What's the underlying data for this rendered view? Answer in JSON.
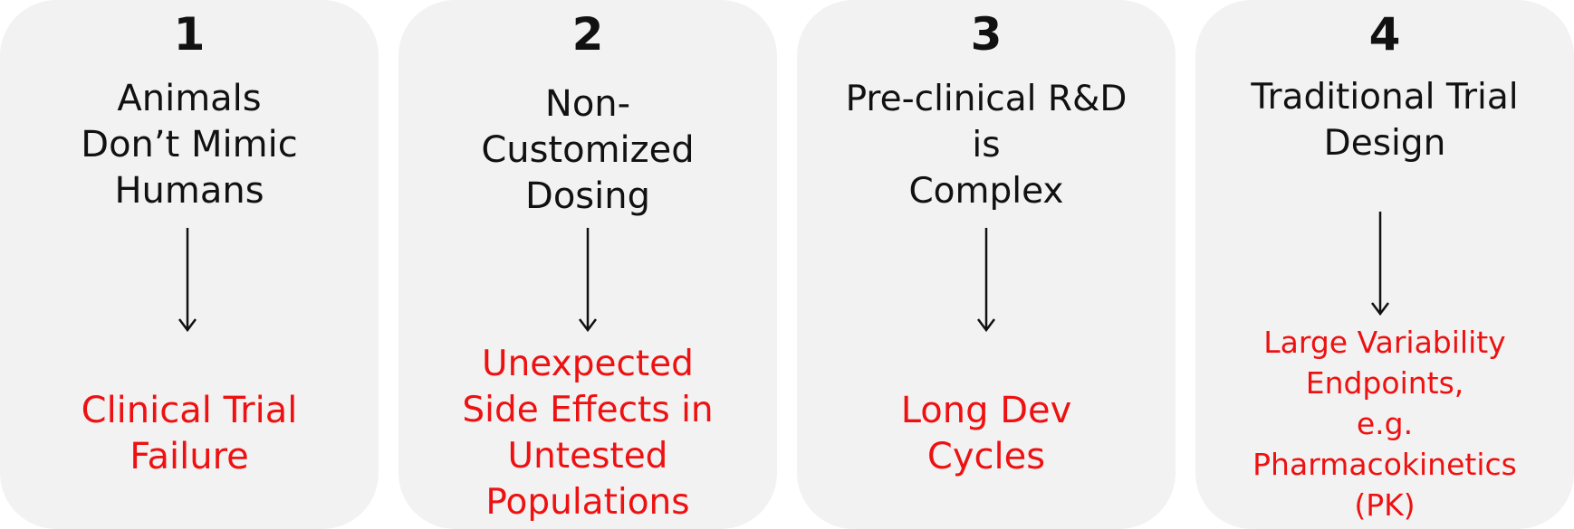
{
  "accent_color": "#ee1111",
  "cards": [
    {
      "number": "1",
      "title": "Animals\nDon’t Mimic\nHumans",
      "result": "Clinical Trial\nFailure"
    },
    {
      "number": "2",
      "title": "Non-\nCustomized\nDosing",
      "result": "Unexpected\nSide Effects in\nUntested\nPopulations"
    },
    {
      "number": "3",
      "title": "Pre-clinical R&D\nis\nComplex",
      "result": "Long Dev\nCycles"
    },
    {
      "number": "4",
      "title": "Traditional Trial\nDesign",
      "result": "Large Variability\nEndpoints,\ne.g.\nPharmacokinetics\n(PK)"
    }
  ]
}
